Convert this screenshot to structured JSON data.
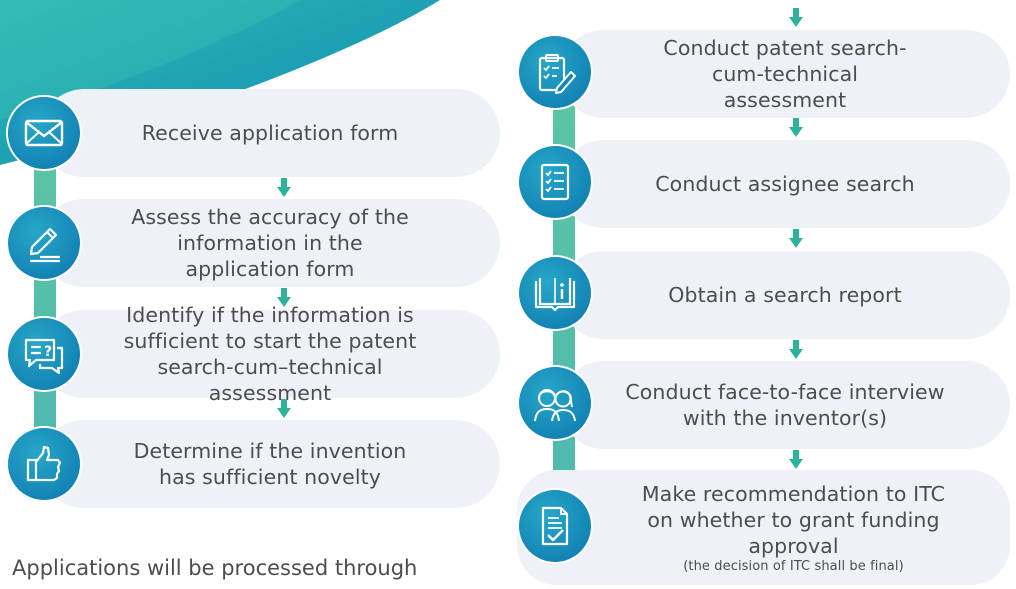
{
  "colors": {
    "pill_bg": "#eef1f8",
    "circle": "#1485b6",
    "connector": "#5cc5a4",
    "arrow": "#2eb39a",
    "corner": "#1fa6b8"
  },
  "left_steps": [
    {
      "text": "Receive application form",
      "icon": "envelope-icon"
    },
    {
      "text": "Assess the accuracy of the information in the application form",
      "icon": "pencil-document-icon"
    },
    {
      "text": "Identify if the information is sufficient to start the patent search-cum–technical assessment",
      "icon": "question-chat-icon"
    },
    {
      "text": "Determine if the invention has sufficient novelty",
      "icon": "thumbs-up-icon"
    }
  ],
  "right_steps": [
    {
      "text": "Conduct patent search-cum-technical assessment",
      "icon": "clipboard-pencil-icon"
    },
    {
      "text": "Conduct assignee search",
      "icon": "checklist-icon"
    },
    {
      "text": "Obtain a search report",
      "icon": "info-book-icon"
    },
    {
      "text": "Conduct face-to-face interview with the inventor(s)",
      "icon": "two-people-icon"
    },
    {
      "text": "Make recommendation to ITC on whether to grant funding approval",
      "note": "(the decision of ITC shall be final)",
      "icon": "document-check-icon"
    }
  ],
  "footer": "Applications will be processed through"
}
